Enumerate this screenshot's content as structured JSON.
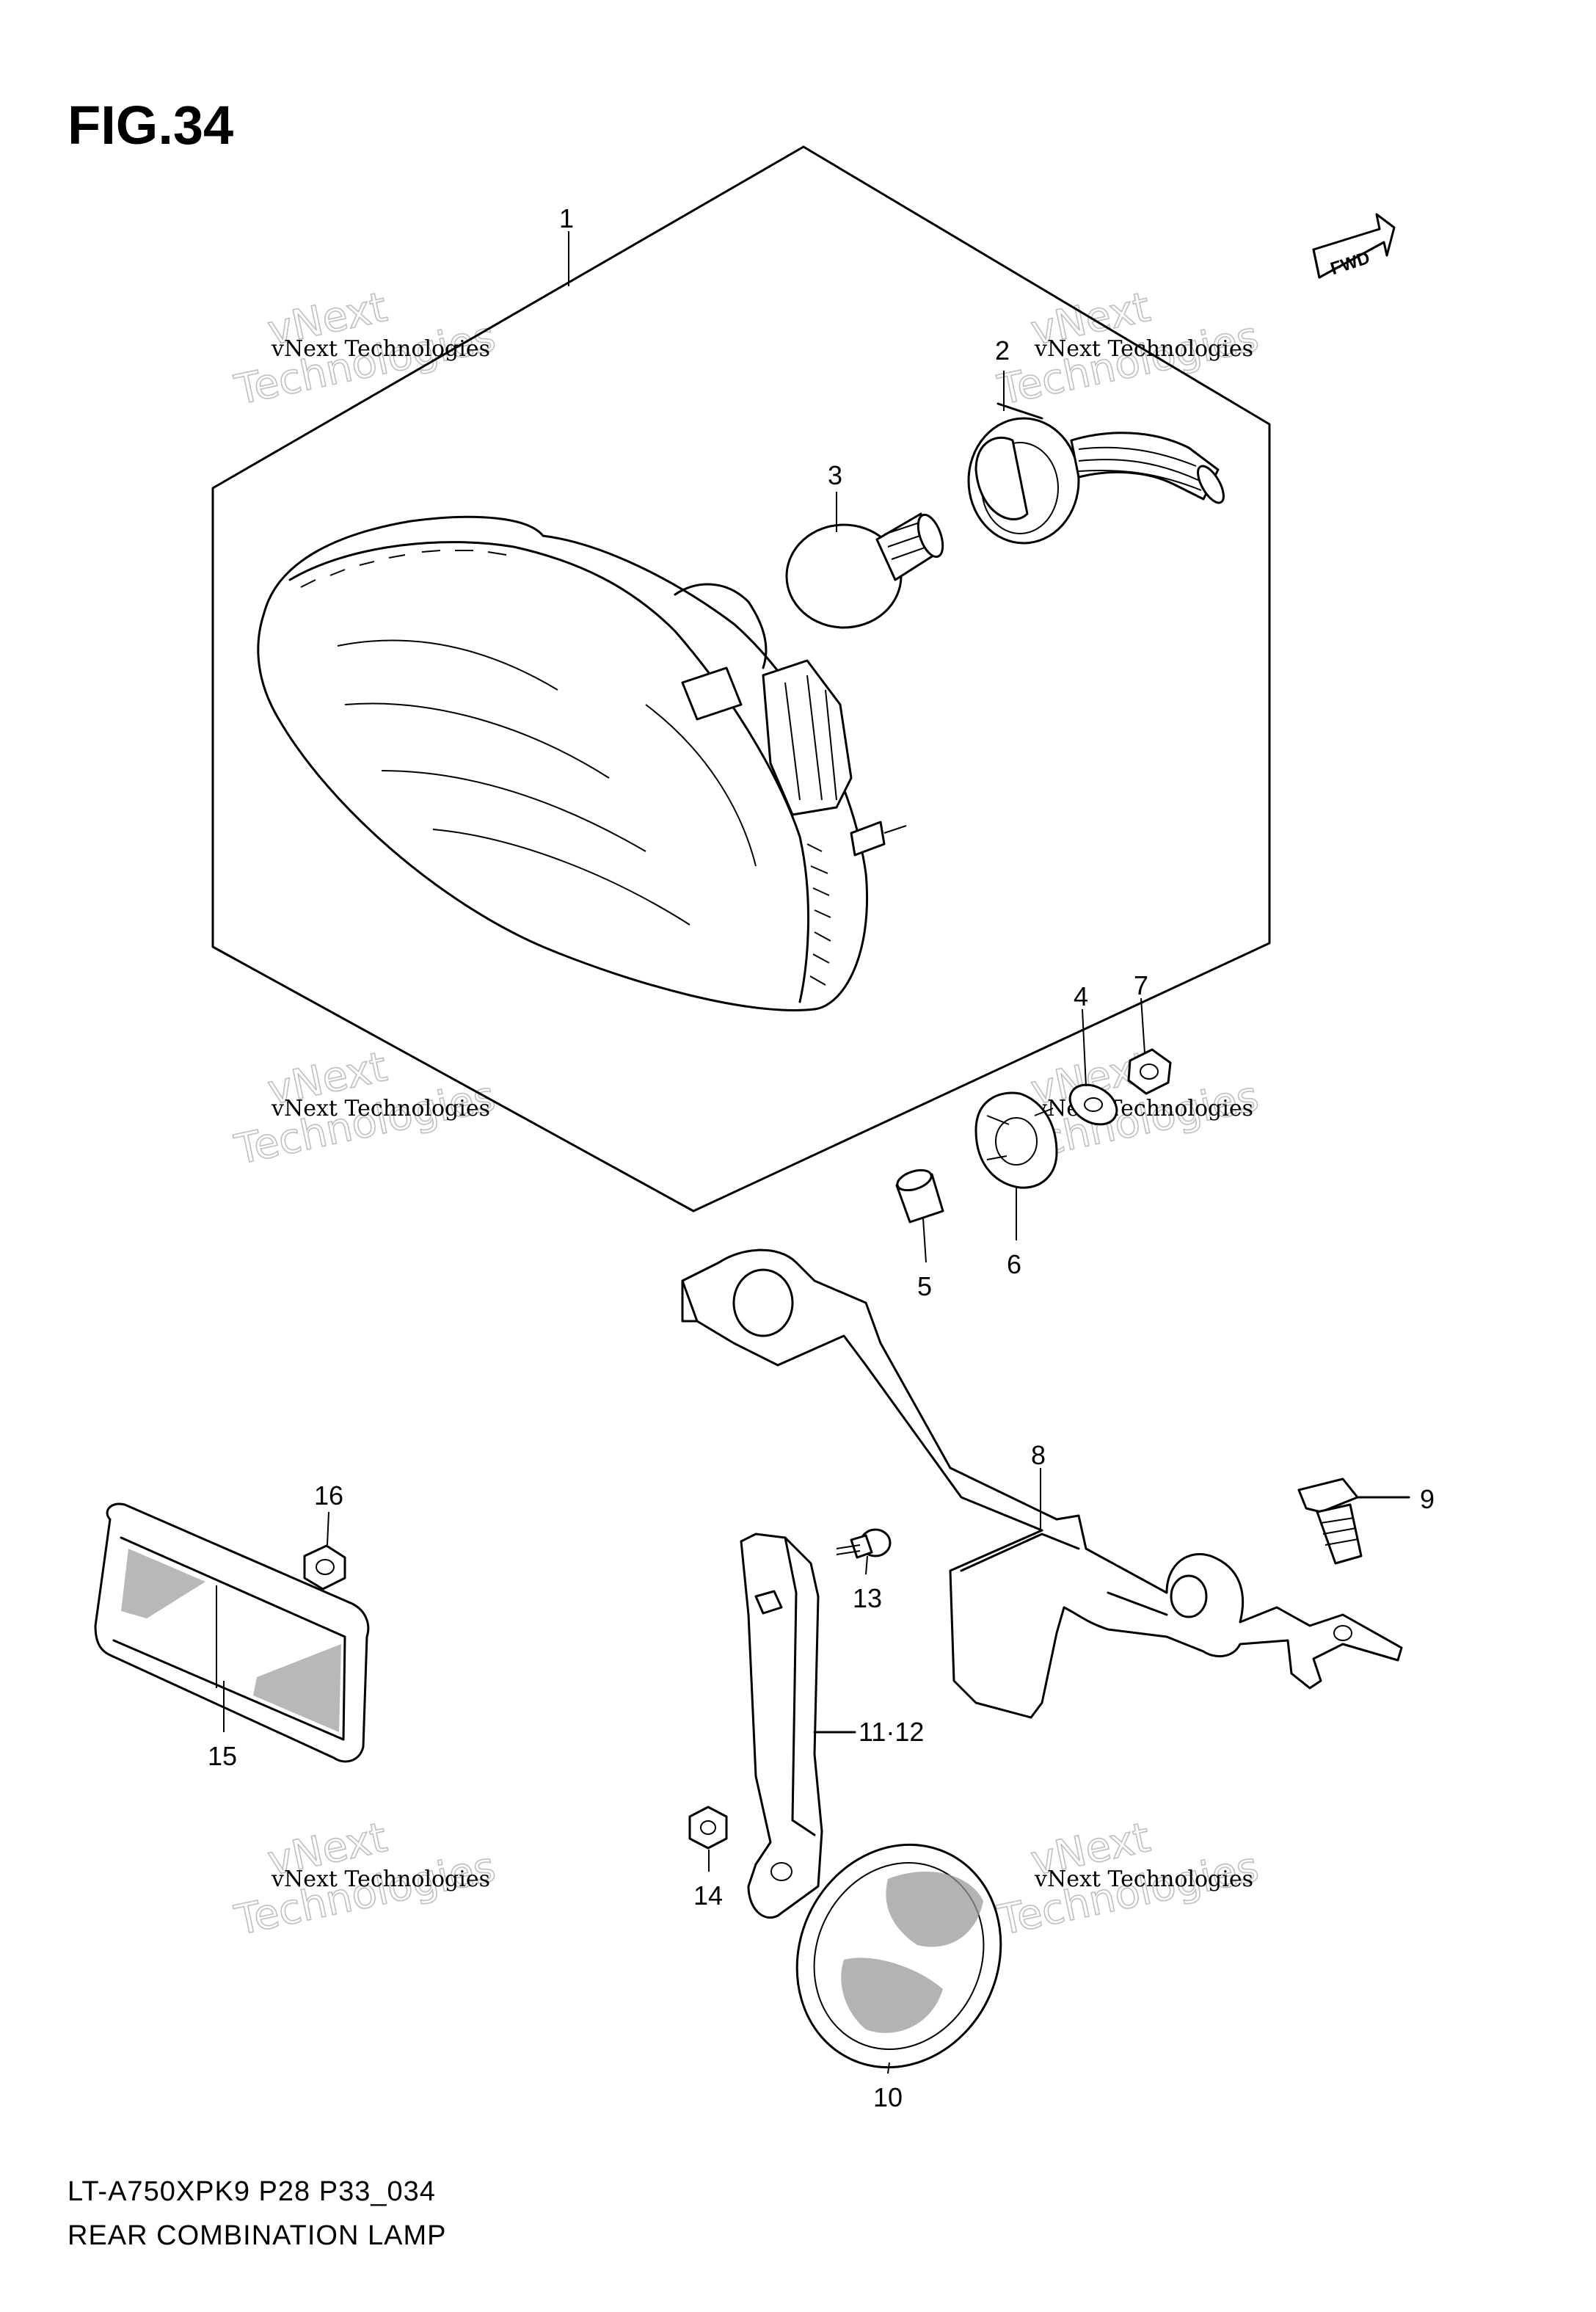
{
  "figure": {
    "title": "FIG.34",
    "model_code": "LT-A750XPK9 P28 P33_034",
    "caption": "REAR COMBINATION LAMP",
    "fwd_label": "FWD"
  },
  "callouts": [
    {
      "id": "c1",
      "label": "1"
    },
    {
      "id": "c2",
      "label": "2"
    },
    {
      "id": "c3",
      "label": "3"
    },
    {
      "id": "c4",
      "label": "4"
    },
    {
      "id": "c5",
      "label": "5"
    },
    {
      "id": "c6",
      "label": "6"
    },
    {
      "id": "c7",
      "label": "7"
    },
    {
      "id": "c8",
      "label": "8"
    },
    {
      "id": "c9",
      "label": "9"
    },
    {
      "id": "c10",
      "label": "10"
    },
    {
      "id": "c11",
      "label": "11·12"
    },
    {
      "id": "c13",
      "label": "13"
    },
    {
      "id": "c14",
      "label": "14"
    },
    {
      "id": "c15",
      "label": "15"
    },
    {
      "id": "c16",
      "label": "16"
    }
  ],
  "watermark": {
    "line1": "vNext Technologies",
    "big1": "vNext",
    "big2": "Technologies"
  }
}
